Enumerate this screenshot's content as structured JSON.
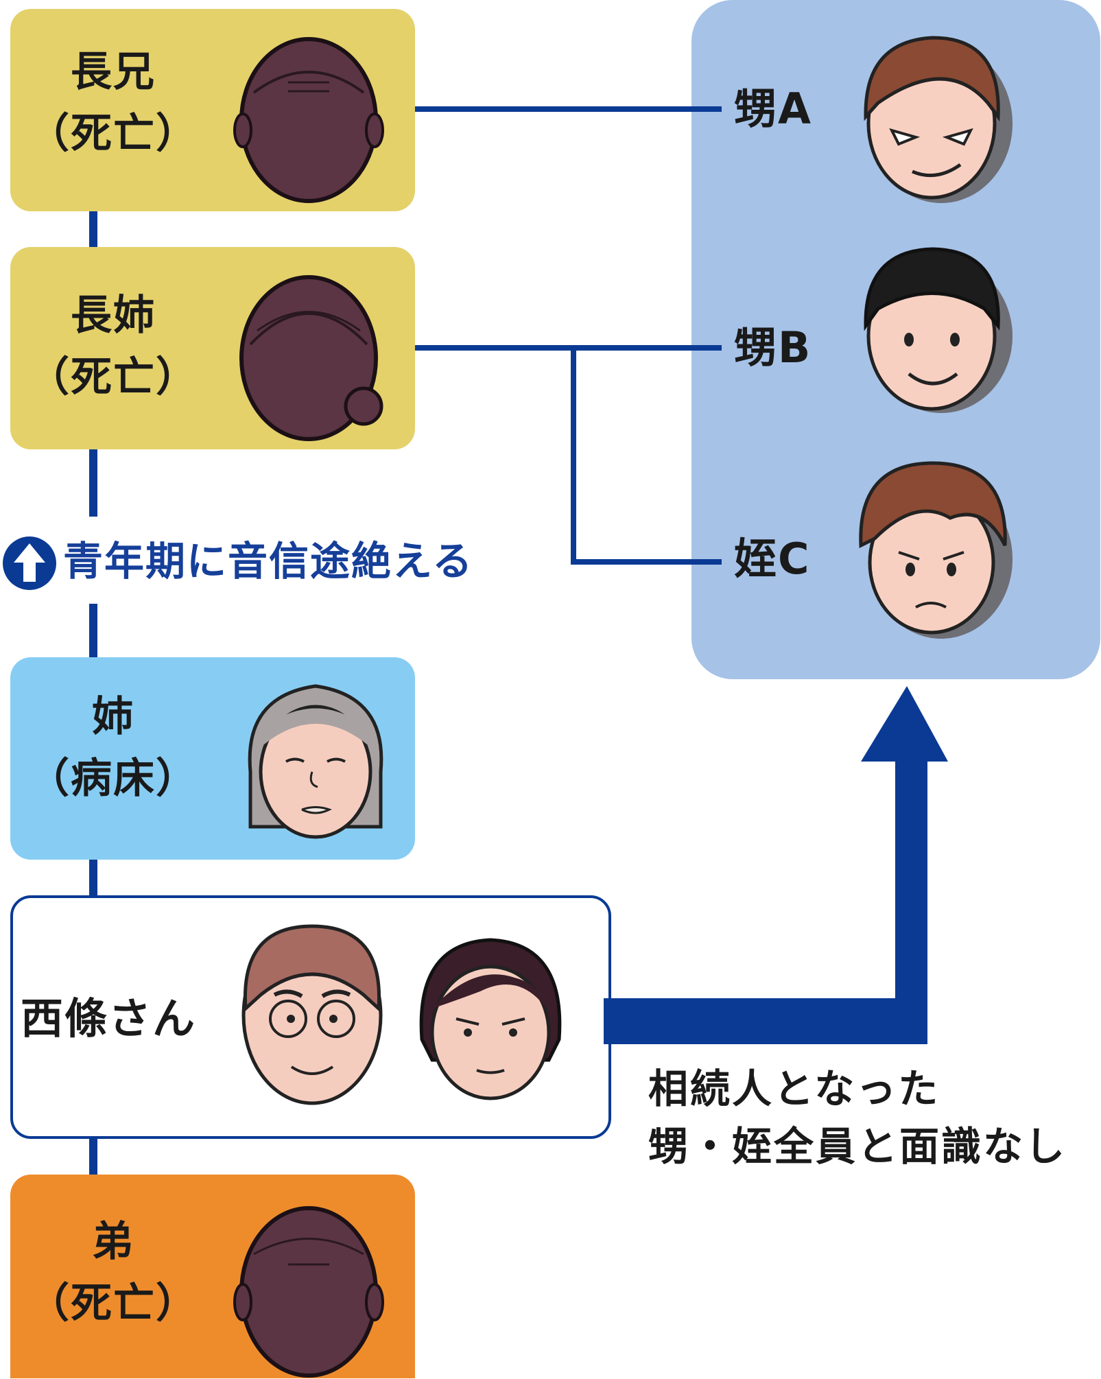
{
  "family": {
    "eldest_brother": {
      "name": "長兄",
      "status": "（死亡）"
    },
    "eldest_sister": {
      "name": "長姉",
      "status": "（死亡）"
    },
    "sister": {
      "name": "姉",
      "status": "（病床）"
    },
    "self": {
      "name": "西條さん"
    },
    "younger_brother": {
      "name": "弟",
      "status": "（死亡）"
    }
  },
  "heirs": {
    "nephew_a": "甥A",
    "nephew_b": "甥B",
    "niece_c": "姪C"
  },
  "note": "青年期に音信途絶える",
  "caption": [
    "相続人となった",
    "甥・姪全員と面識なし"
  ],
  "colors": {
    "deceased_box": "#e4d16a",
    "sick_box": "#87cdf3",
    "younger_box": "#ee8c2c",
    "heirs_box": "#a6c2e7",
    "connector": "#0a3a94"
  }
}
